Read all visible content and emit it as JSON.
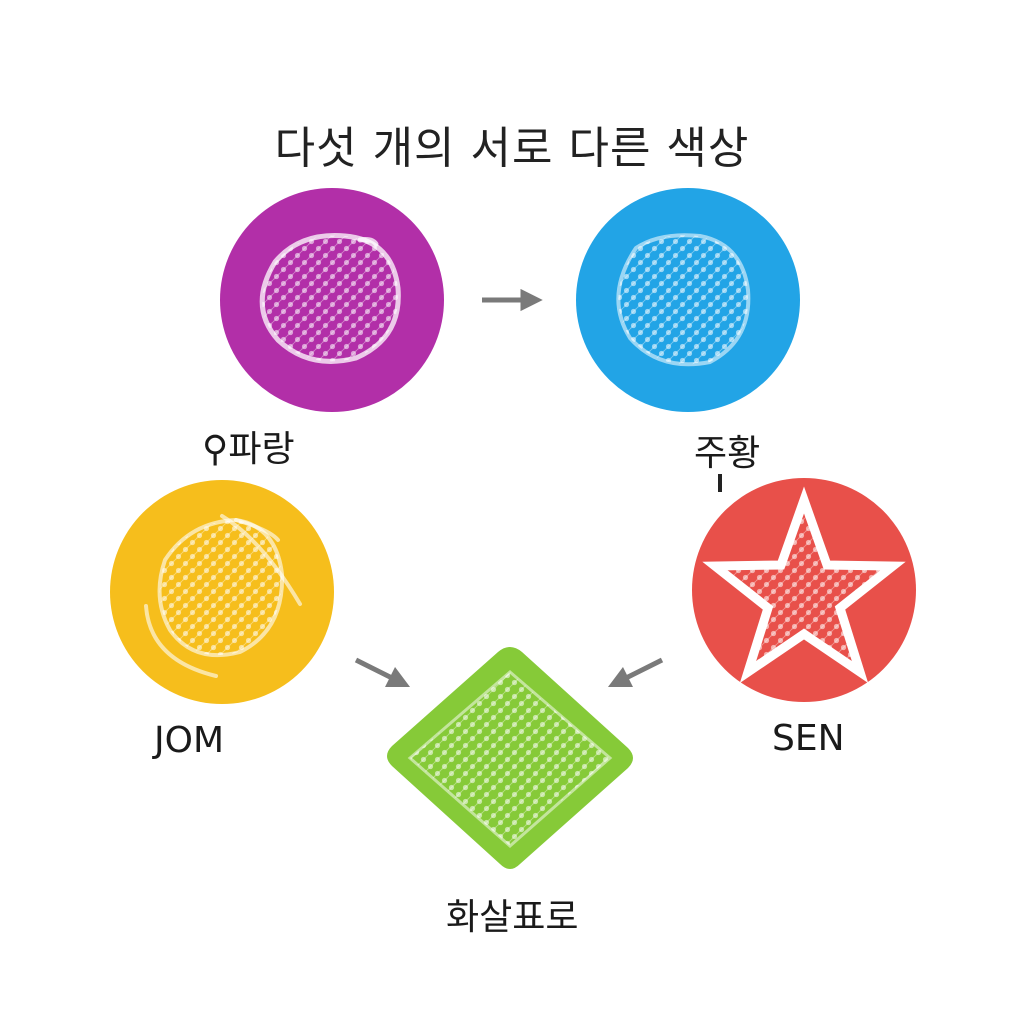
{
  "title": "다섯 개의 서로 다른 색상",
  "nodes": {
    "purple": {
      "label": "⚲파랑",
      "color": "#B22FA8"
    },
    "blue": {
      "label": "주황",
      "color": "#22A4E6"
    },
    "yellow": {
      "label": "JOM",
      "color": "#F6BE1C"
    },
    "red": {
      "label": "SEN",
      "color": "#E8504A"
    },
    "green": {
      "label": "화살표로",
      "color": "#86CA38"
    }
  },
  "arrow_color": "#7A7A7A"
}
